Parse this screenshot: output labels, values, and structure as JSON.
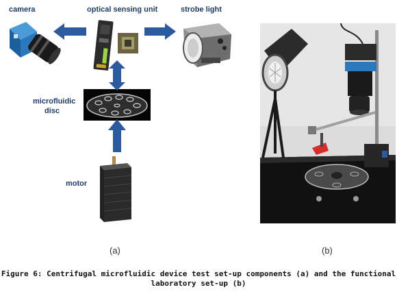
{
  "figure": {
    "panel_a": {
      "labels": {
        "camera": "camera",
        "optical": "optical sensing unit",
        "strobe": "strobe light",
        "disc_line1": "microfluidic",
        "disc_line2": "disc",
        "motor": "motor"
      },
      "sublabel": "(a)"
    },
    "panel_b": {
      "sublabel": "(b)"
    },
    "caption_line1": "Figure 6: Centrifugal microfluidic device test set-up components (a) and the functional",
    "caption_line2": "laboratory set-up (b)"
  },
  "colors": {
    "arrow": "#2c5aa0",
    "label": "#1f3b68"
  }
}
